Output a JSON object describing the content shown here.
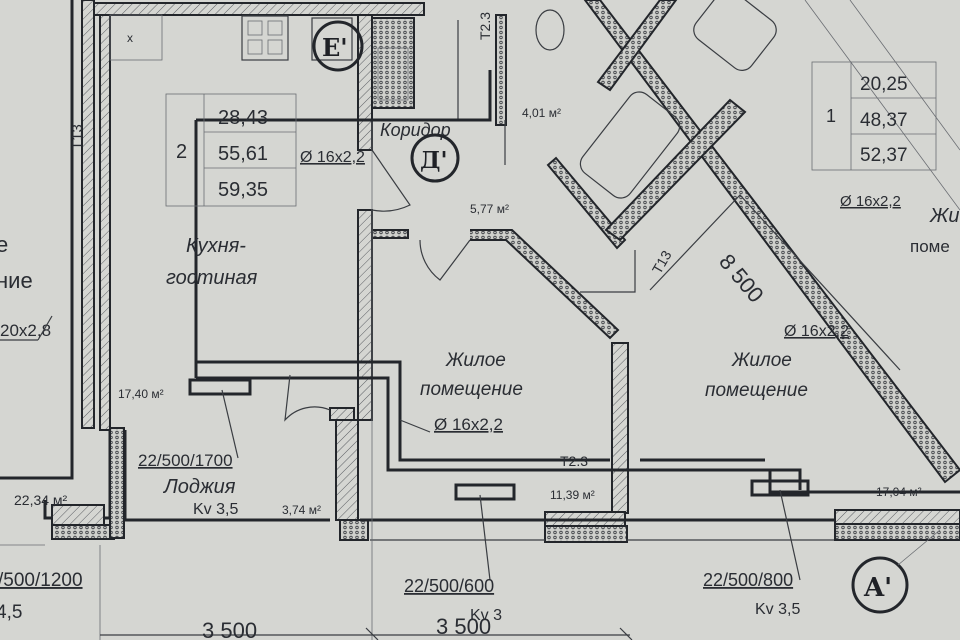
{
  "left_apartment": {
    "room_fragment_1": "е",
    "room_fragment_2": "ние",
    "pipe_fragment": "20x2,8",
    "riser": "T13",
    "area": "22,34 м²",
    "window_code": "/500/1200",
    "kv_fragment": "4,5"
  },
  "apartment_2": {
    "number": "2",
    "living_area": "28,43",
    "total_area": "55,61",
    "total_with_loggia": "59,35"
  },
  "apartment_1": {
    "number": "1",
    "living_area": "20,25",
    "total_area": "48,37",
    "total_with_loggia": "52,37",
    "pipe": "Ø 16x2,2",
    "room_fragment_1": "Жи",
    "room_fragment_2": "поме"
  },
  "rooms": {
    "kitchen_name": "Кухня-\nгостиная",
    "kitchen_line1": "Кухня-",
    "kitchen_line2": "гостиная",
    "kitchen_area": "17,40 м²",
    "kitchen_pipe": "Ø 16x2,2",
    "kitchen_mark": "x",
    "corridor_name": "Коридор",
    "corridor_area": "5,77 м²",
    "bathroom_area": "4,01 м²",
    "loggia_name": "Лоджия",
    "loggia_kv": "Kv 3,5",
    "loggia_area": "3,74 м²",
    "loggia_window": "22/500/1700",
    "bedroom1_line1": "Жилое",
    "bedroom1_line2": "помещение",
    "bedroom1_area": "11,39 м²",
    "bedroom1_pipe": "Ø 16x2,2",
    "bedroom2_line1": "Жилое",
    "bedroom2_line2": "помещение",
    "bedroom2_area": "17,04 м²",
    "bedroom2_pipe": "Ø 16x2,2"
  },
  "markers": {
    "e_prime": "Е'",
    "d_prime": "Д'",
    "a_prime": "A'",
    "riser_t23_top": "T2.3",
    "riser_t23": "T2.3",
    "riser_t13": "T13"
  },
  "windows": {
    "w1_code": "22/500/600",
    "w1_kv": "Kv 3",
    "w2_code": "22/500/800",
    "w2_kv": "Kv 3,5"
  },
  "dimensions": {
    "left": "3 500",
    "middle": "3 500",
    "diagonal": "8 500"
  }
}
